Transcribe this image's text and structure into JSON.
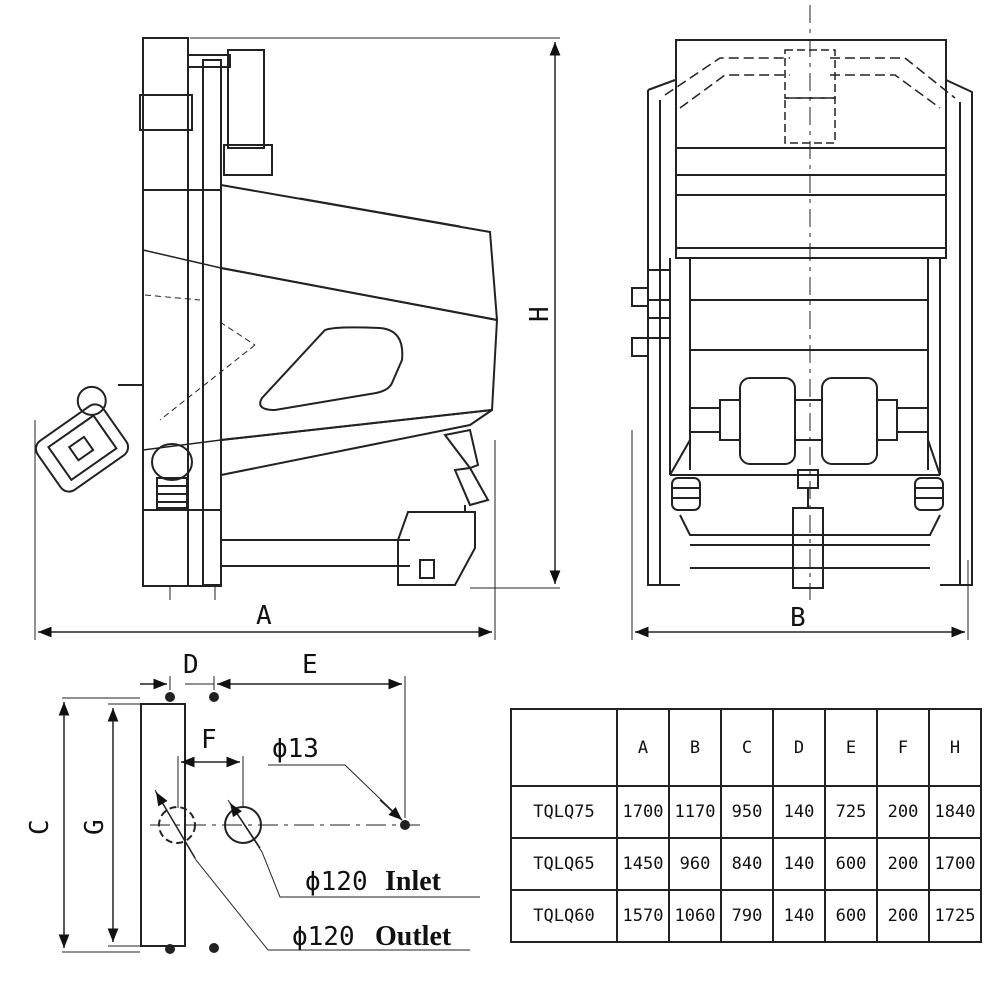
{
  "labels": {
    "dim_a": "A",
    "dim_b": "B",
    "dim_h": "H",
    "dim_c": "C",
    "dim_g": "G",
    "dim_d": "D",
    "dim_e": "E",
    "dim_f": "F",
    "hole": "ϕ13",
    "inlet_dia": "ϕ120",
    "inlet_word": "Inlet",
    "outlet_dia": "ϕ120",
    "outlet_word": "Outlet"
  },
  "table": {
    "headers": [
      "",
      "A",
      "B",
      "C",
      "D",
      "E",
      "F",
      "H"
    ],
    "rows": [
      [
        "TQLQ75",
        "1700",
        "1170",
        "950",
        "140",
        "725",
        "200",
        "1840"
      ],
      [
        "TQLQ65",
        "1450",
        "960",
        "840",
        "140",
        "600",
        "200",
        "1700"
      ],
      [
        "TQLQ60",
        "1570",
        "1060",
        "790",
        "140",
        "600",
        "200",
        "1725"
      ]
    ]
  }
}
